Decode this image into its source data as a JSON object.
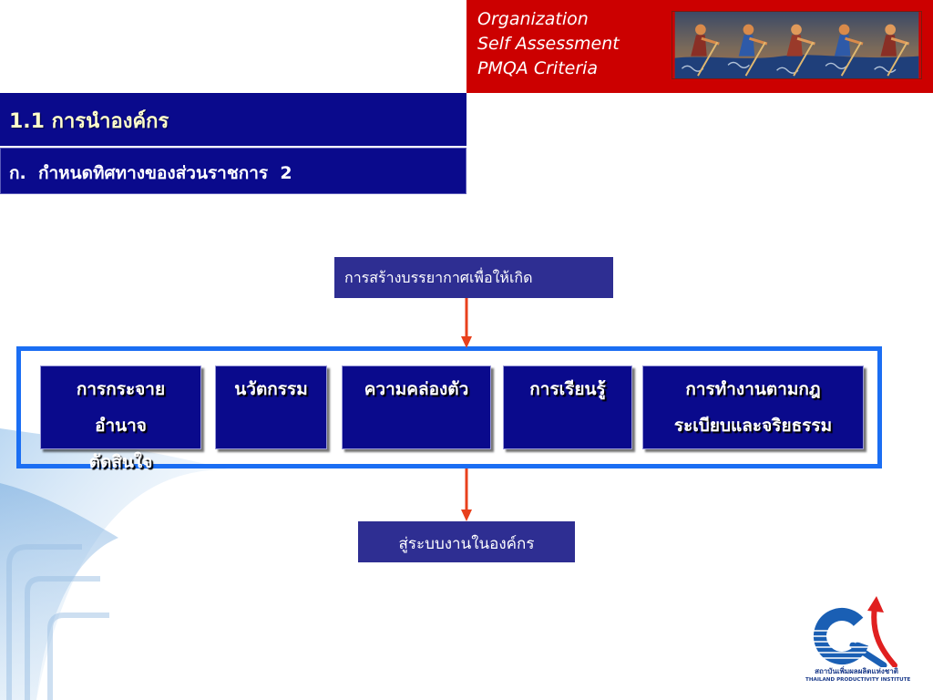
{
  "header": {
    "brand_lines": [
      "Organization",
      "Self Assessment",
      "PMQA Criteria"
    ]
  },
  "section": {
    "title": "1.1 การนำองค์กร",
    "subtitle": "ก.  กำหนดทิศทางของส่วนราชการ  2"
  },
  "diagram": {
    "top_box": "การสร้างบรรยากาศเพื่อให้เกิด",
    "items": [
      {
        "lines": [
          "การกระจาย",
          "อำนาจ",
          "ตัดสินใจ"
        ]
      },
      {
        "lines": [
          "นวัตกรรม"
        ]
      },
      {
        "lines": [
          "ความคล่องตัว"
        ]
      },
      {
        "lines": [
          "การเรียนรู้"
        ]
      },
      {
        "lines": [
          "การทำงานตามกฎ",
          "ระเบียบและจริยธรรม"
        ]
      }
    ],
    "bottom_box": "สู่ระบบงานในองค์กร"
  },
  "logo": {
    "name_th": "สถาบันเพิ่มผลผลิตแห่งชาติ",
    "name_en": "THAILAND PRODUCTIVITY INSTITUTE"
  },
  "icons": {
    "painting": "rowers-painting",
    "flow_arrow": "arrow-down-icon",
    "logo": "tpi-logo-icon"
  },
  "colors": {
    "brand_red": "#cc0000",
    "navy": "#0a0a8c",
    "box_navy": "#2e2e92",
    "frame_blue": "#1b6ef3",
    "arrow_red": "#e8401c",
    "title_text": "#ffffcc"
  }
}
